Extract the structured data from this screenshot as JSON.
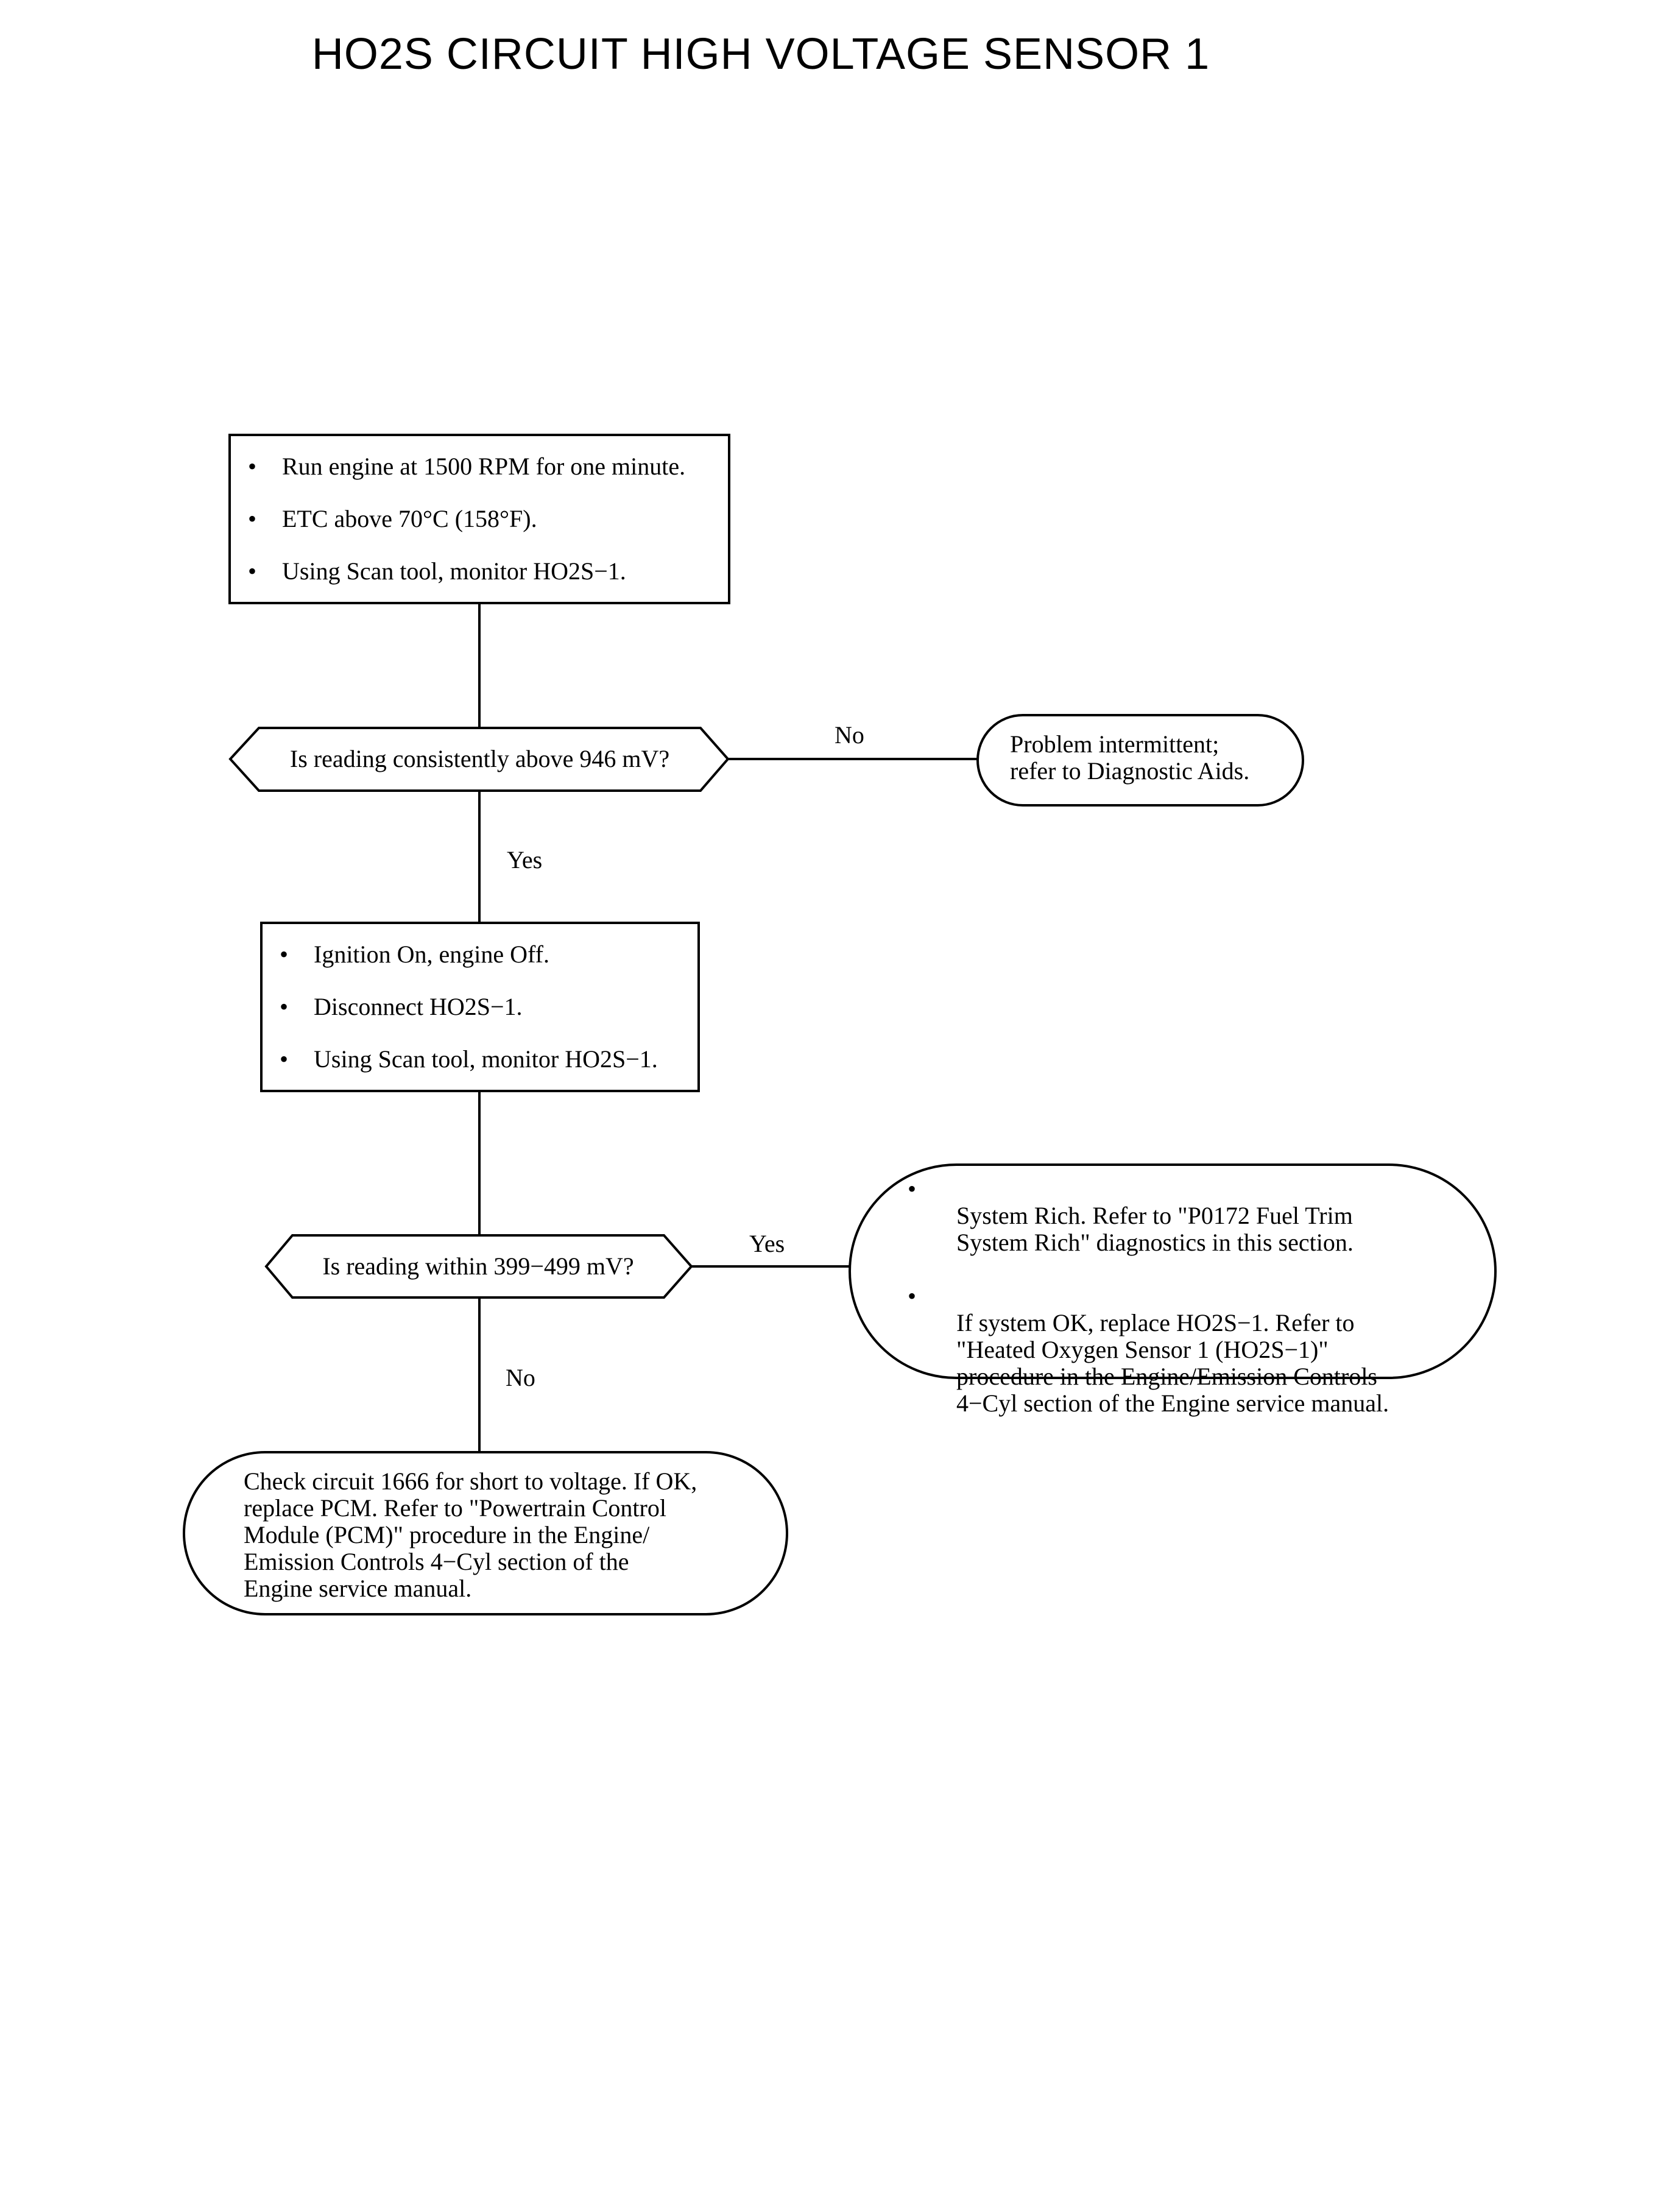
{
  "page": {
    "title": "HO2S CIRCUIT HIGH VOLTAGE SENSOR 1"
  },
  "step1": {
    "items": [
      "Run engine at 1500 RPM for one minute.",
      "ETC above 70°C (158°F).",
      "Using Scan tool, monitor HO2S−1."
    ]
  },
  "decision1": {
    "question": "Is reading consistently above 946 mV?",
    "no_label": "No",
    "yes_label": "Yes",
    "no_result": "Problem intermittent;\nrefer to Diagnostic Aids."
  },
  "step2": {
    "items": [
      "Ignition On, engine Off.",
      "Disconnect HO2S−1.",
      "Using Scan tool, monitor HO2S−1."
    ]
  },
  "decision2": {
    "question": "Is reading within 399−499 mV?",
    "yes_label": "Yes",
    "no_label": "No",
    "yes_result": [
      "System Rich. Refer to \"P0172 Fuel Trim\nSystem Rich\" diagnostics in this section.",
      "If system OK, replace HO2S−1. Refer to\n\"Heated Oxygen Sensor 1 (HO2S−1)\"\nprocedure in the Engine/Emission Controls\n4−Cyl section of the Engine service manual."
    ],
    "no_result": "Check circuit 1666 for short to voltage. If OK,\nreplace PCM. Refer to \"Powertrain Control\nModule (PCM)\" procedure in the Engine/\nEmission Controls 4−Cyl section of the\nEngine service manual."
  }
}
